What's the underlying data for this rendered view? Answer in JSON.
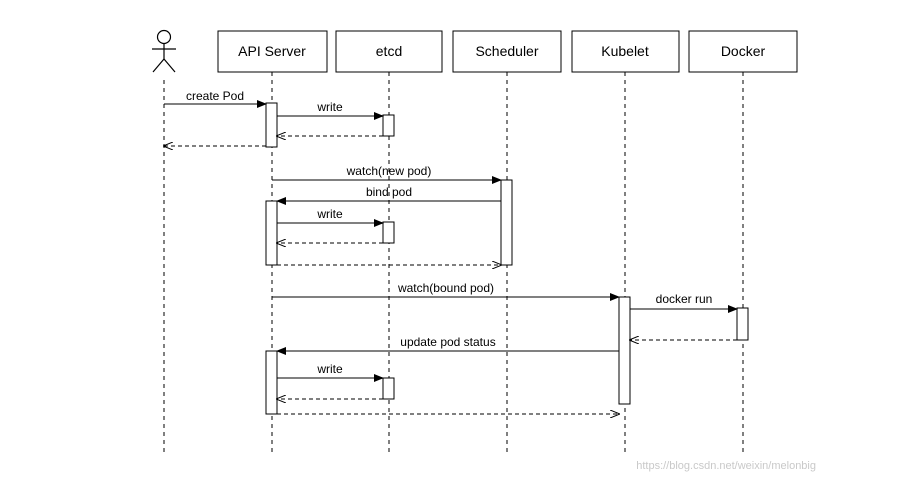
{
  "participants": [
    {
      "id": "actor",
      "label": ""
    },
    {
      "id": "api",
      "label": "API Server"
    },
    {
      "id": "etcd",
      "label": "etcd"
    },
    {
      "id": "scheduler",
      "label": "Scheduler"
    },
    {
      "id": "kubelet",
      "label": "Kubelet"
    },
    {
      "id": "docker",
      "label": "Docker"
    }
  ],
  "messages": [
    {
      "id": "create-pod",
      "label": "create Pod"
    },
    {
      "id": "write-1",
      "label": "write"
    },
    {
      "id": "watch-new-pod",
      "label": "watch(new pod)"
    },
    {
      "id": "bind-pod",
      "label": "bind pod"
    },
    {
      "id": "write-2",
      "label": "write"
    },
    {
      "id": "watch-bound-pod",
      "label": "watch(bound pod)"
    },
    {
      "id": "docker-run",
      "label": "docker run"
    },
    {
      "id": "update-pod-status",
      "label": "update pod status"
    },
    {
      "id": "write-3",
      "label": "write"
    }
  ],
  "watermark": "https://blog.csdn.net/weixin/melonbig"
}
